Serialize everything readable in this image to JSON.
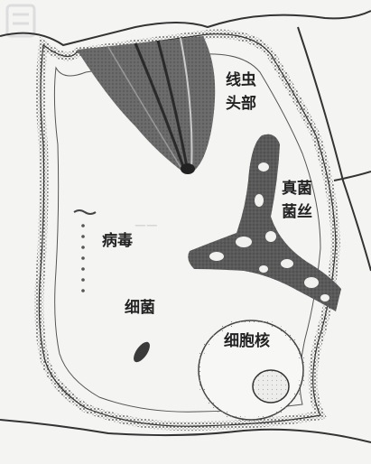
{
  "labels": {
    "nematode_head_line1": "线虫",
    "nematode_head_line2": "头部",
    "fungal_hyphae_line1": "真菌",
    "fungal_hyphae_line2": "菌丝",
    "virus": "病毒",
    "bacteria": "细菌",
    "cell_nucleus": "细胞核"
  },
  "colors": {
    "ink": "#222222",
    "stipple": "#555555",
    "background": "#f4f4f2"
  }
}
